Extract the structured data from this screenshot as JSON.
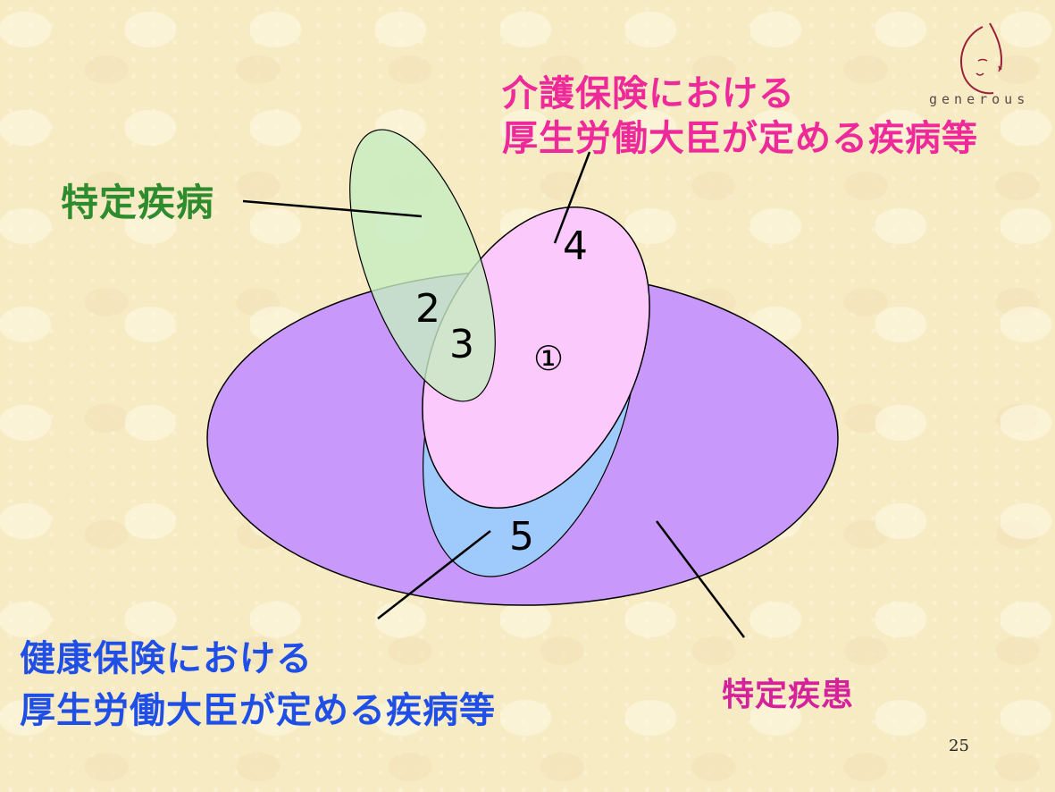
{
  "labels": {
    "tokutei_shippei": "特定疾病",
    "kaigo_line1": "介護保険における",
    "kaigo_line2": "厚生労働大臣が定める疾病等",
    "kenko_line1": "健康保険における",
    "kenko_line2": "厚生労働大臣が定める疾病等",
    "tokutei_shikkan": "特定疾患"
  },
  "regions": {
    "r1": "①",
    "r2": "2",
    "r3": "3",
    "r4": "4",
    "r5": "5"
  },
  "logo": {
    "text": "generous"
  },
  "page_number": "25",
  "colors": {
    "purple": "#c899fb",
    "pink": "#fbc9fb",
    "blue": "#9ecbfb",
    "green": "#cdeec8",
    "green_text": "#2e8b2e",
    "pink_text": "#ee2a9a",
    "blue_text": "#1f4fe6",
    "magenta_text": "#d4239a"
  }
}
